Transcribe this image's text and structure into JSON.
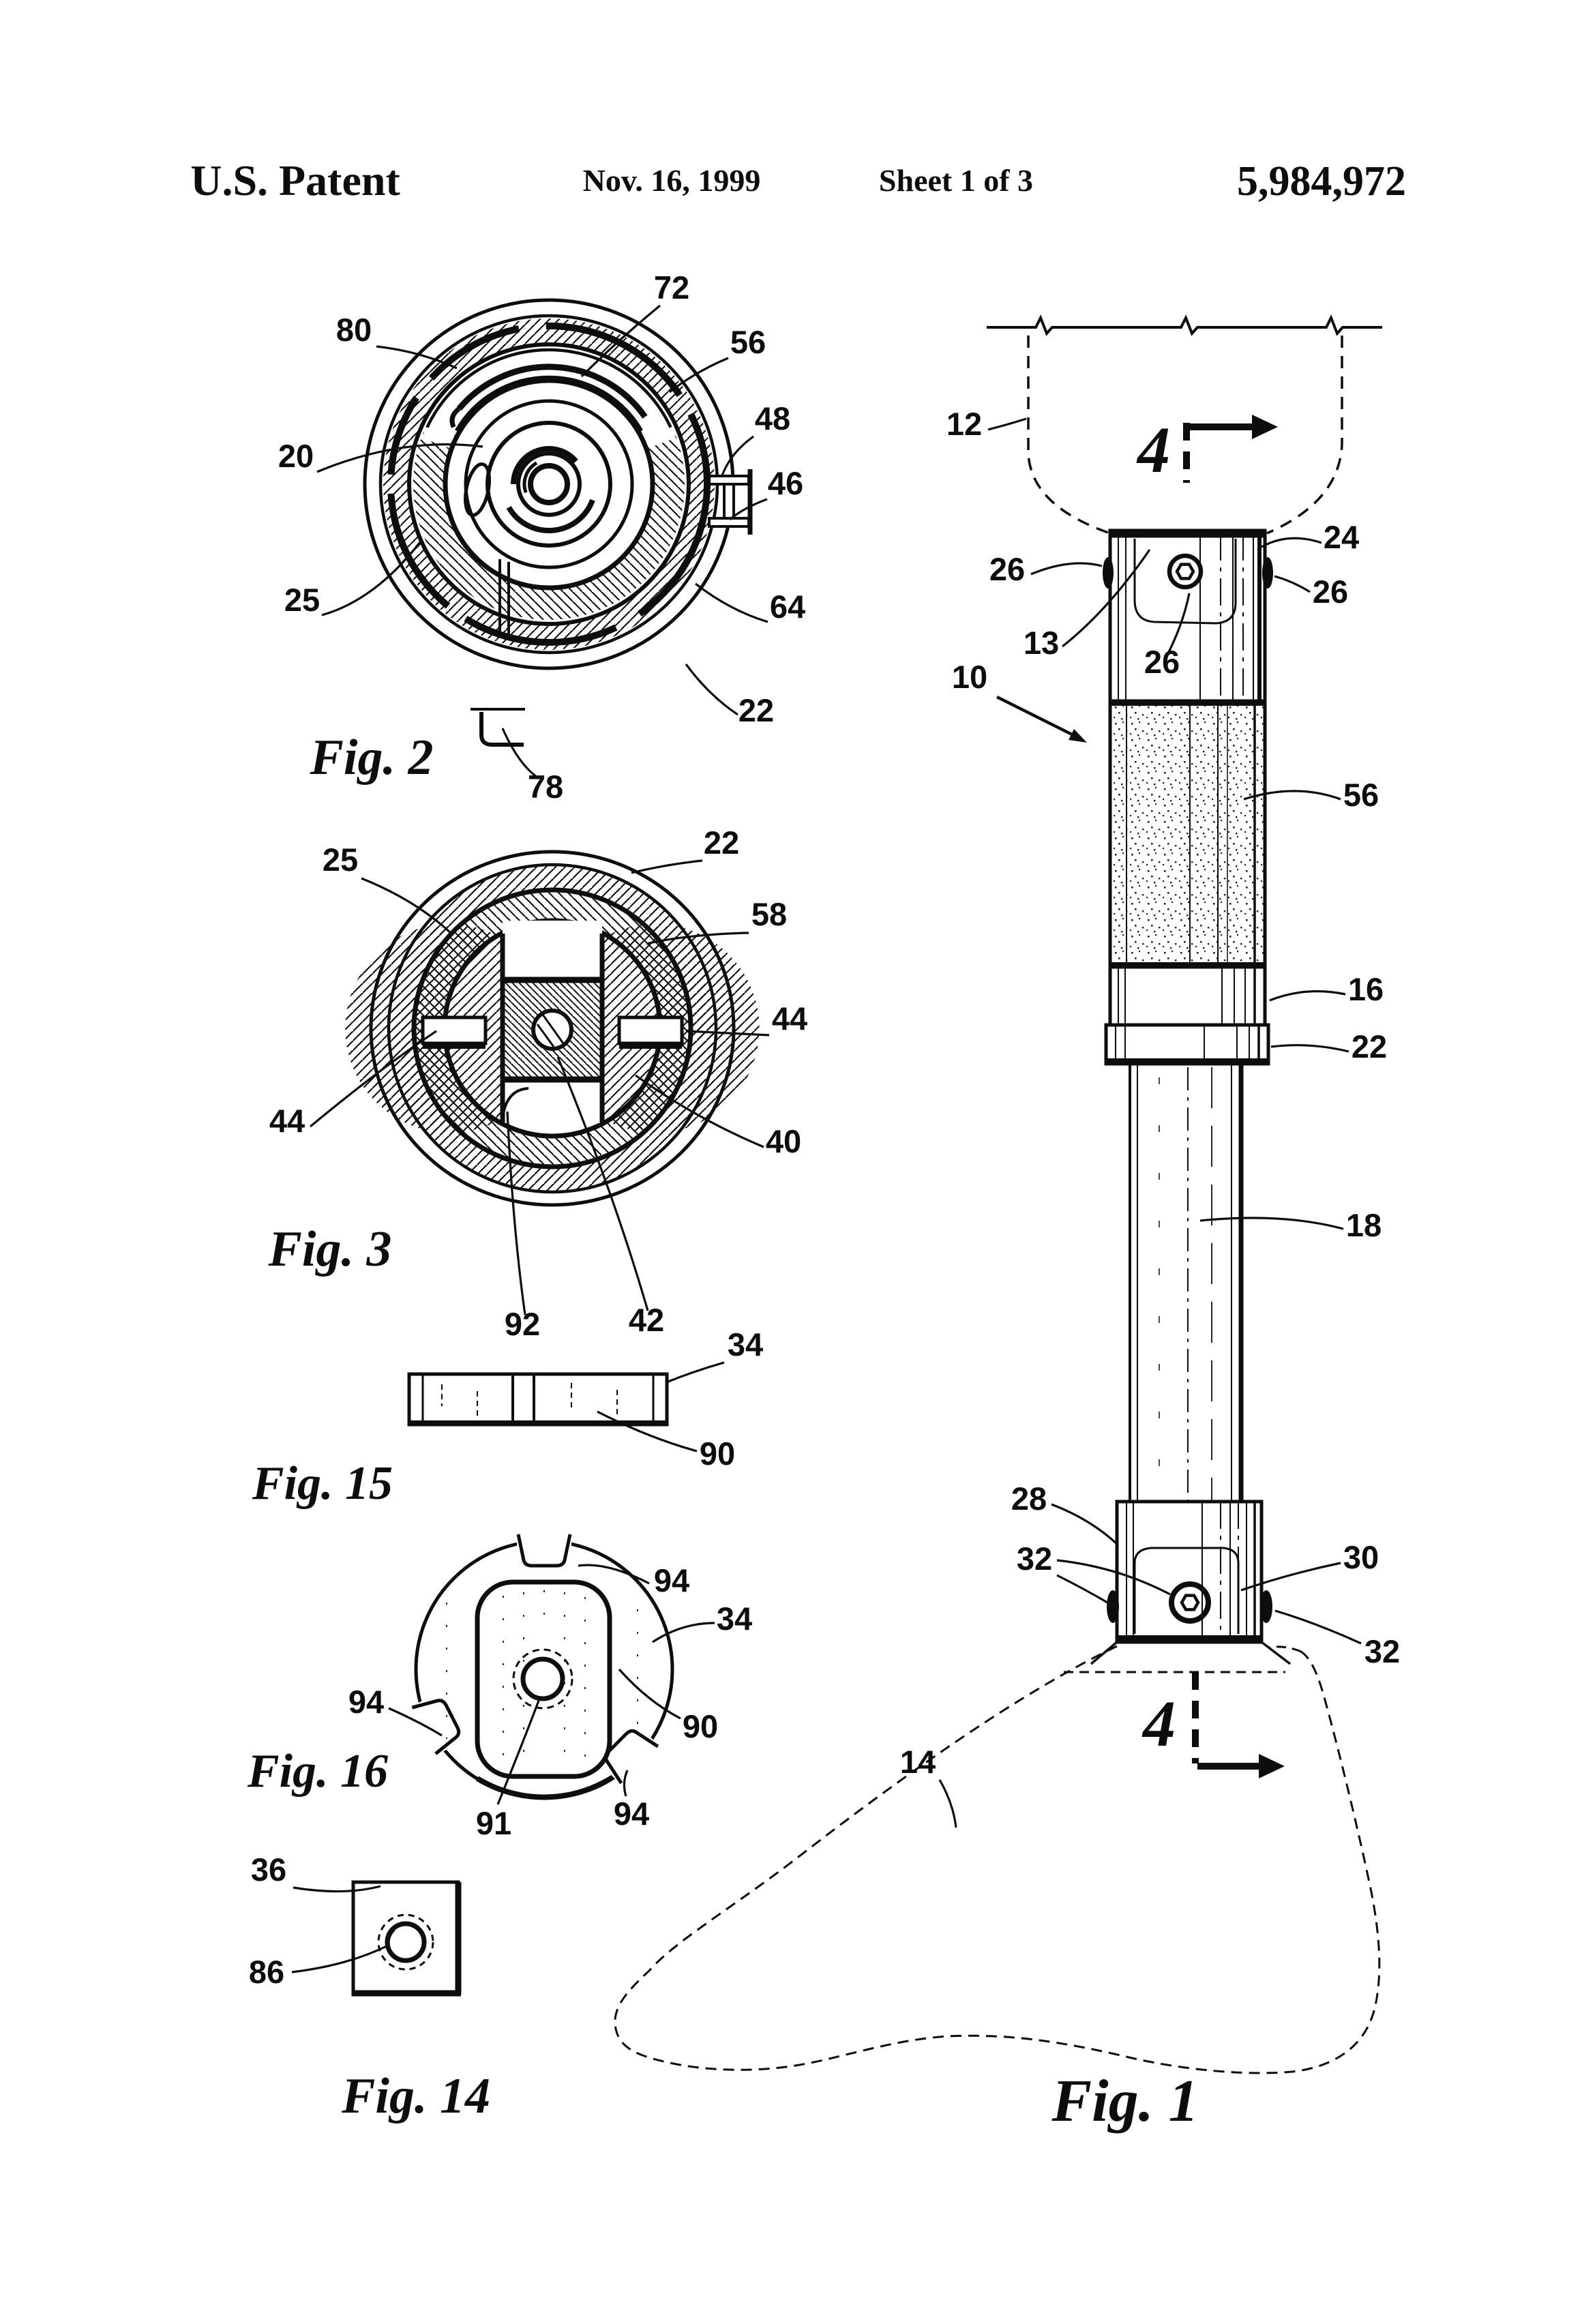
{
  "header": {
    "title": "U.S. Patent",
    "date": "Nov. 16, 1999",
    "sheet": "Sheet 1 of 3",
    "patent_number": "5,984,972"
  },
  "figures": {
    "fig1": {
      "caption": "Fig. 1",
      "section_marker_top": "4",
      "section_marker_bottom": "4",
      "refs": {
        "r12": "12",
        "r24": "24",
        "r26_left": "26",
        "r26_right": "26",
        "r26_center": "26",
        "r13": "13",
        "r10": "10",
        "r56": "56",
        "r16": "16",
        "r22": "22",
        "r18": "18",
        "r28": "28",
        "r30": "30",
        "r32_left": "32",
        "r32_right": "32",
        "r14": "14"
      }
    },
    "fig2": {
      "caption": "Fig. 2",
      "refs": {
        "r72": "72",
        "r80": "80",
        "r56": "56",
        "r48": "48",
        "r46": "46",
        "r20": "20",
        "r25": "25",
        "r64": "64",
        "r22": "22",
        "r78": "78"
      }
    },
    "fig3": {
      "caption": "Fig. 3",
      "refs": {
        "r25": "25",
        "r22": "22",
        "r58": "58",
        "r44_right": "44",
        "r44_left": "44",
        "r40": "40",
        "r92": "92",
        "r42": "42"
      }
    },
    "fig15": {
      "caption": "Fig. 15",
      "refs": {
        "r34": "34",
        "r90": "90"
      }
    },
    "fig16": {
      "caption": "Fig. 16",
      "refs": {
        "r94_top": "94",
        "r34": "34",
        "r94_left": "94",
        "r90": "90",
        "r94_bottom": "94",
        "r91": "91"
      }
    },
    "fig14": {
      "caption": "Fig. 14",
      "refs": {
        "r36": "36",
        "r86": "86"
      }
    }
  }
}
